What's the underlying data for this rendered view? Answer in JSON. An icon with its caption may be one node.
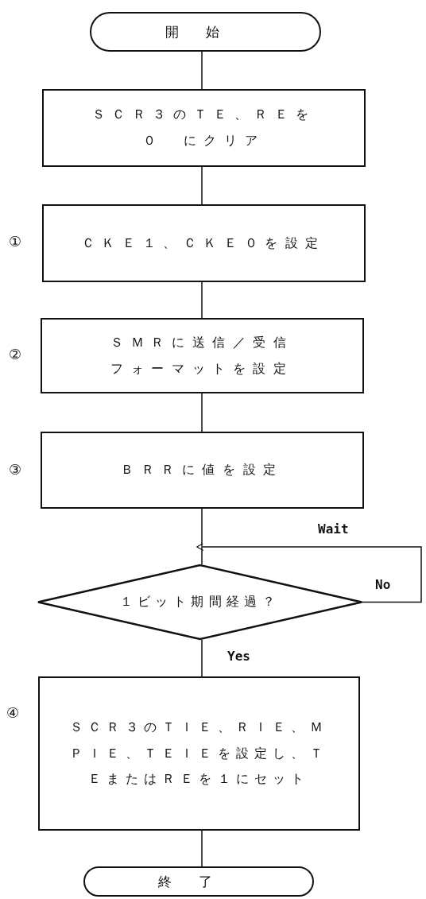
{
  "diagram": {
    "nodes": [
      {
        "text": [
          "開始"
        ]
      },
      {
        "text": [
          "ＳＣＲ３のＴＥ、ＲＥを０　にクリア"
        ]
      },
      {
        "text": [
          "ＣＫＥ１、ＣＫＥ０を設定"
        ]
      },
      {
        "text": [
          "ＳＭＲに送信／受信フォーマットを設定"
        ]
      },
      {
        "text": [
          "ＢＲＲに値を設定"
        ]
      },
      {
        "text": [
          "１ビット期間経過？"
        ]
      },
      {
        "text": [
          "ＳＣＲ３のＴＩＥ、ＲＩＥ、ＭＰＩＥ、ＴＥＩＥを設定し、ＴＥまたはＲＥを１にセット"
        ]
      },
      {
        "text": [
          "終了"
        ]
      }
    ],
    "edges": [
      {
        "from": 0,
        "to": 1,
        "arrow": "none"
      },
      {
        "from": 1,
        "to": 2,
        "arrow": "none"
      },
      {
        "from": 2,
        "to": 3,
        "arrow": "none"
      },
      {
        "from": 3,
        "to": 4,
        "arrow": "none"
      },
      {
        "from": 4,
        "to": 5,
        "arrow": "none"
      },
      {
        "from": 5,
        "to": 6,
        "arrow": "none",
        "label": "Yes"
      },
      {
        "from": 6,
        "to": 7,
        "arrow": "none"
      },
      {
        "from": 5,
        "to": 5,
        "arrow": "to",
        "label": "No"
      }
    ],
    "labels": [
      "①",
      "②",
      "③",
      "④",
      "Wait"
    ]
  }
}
